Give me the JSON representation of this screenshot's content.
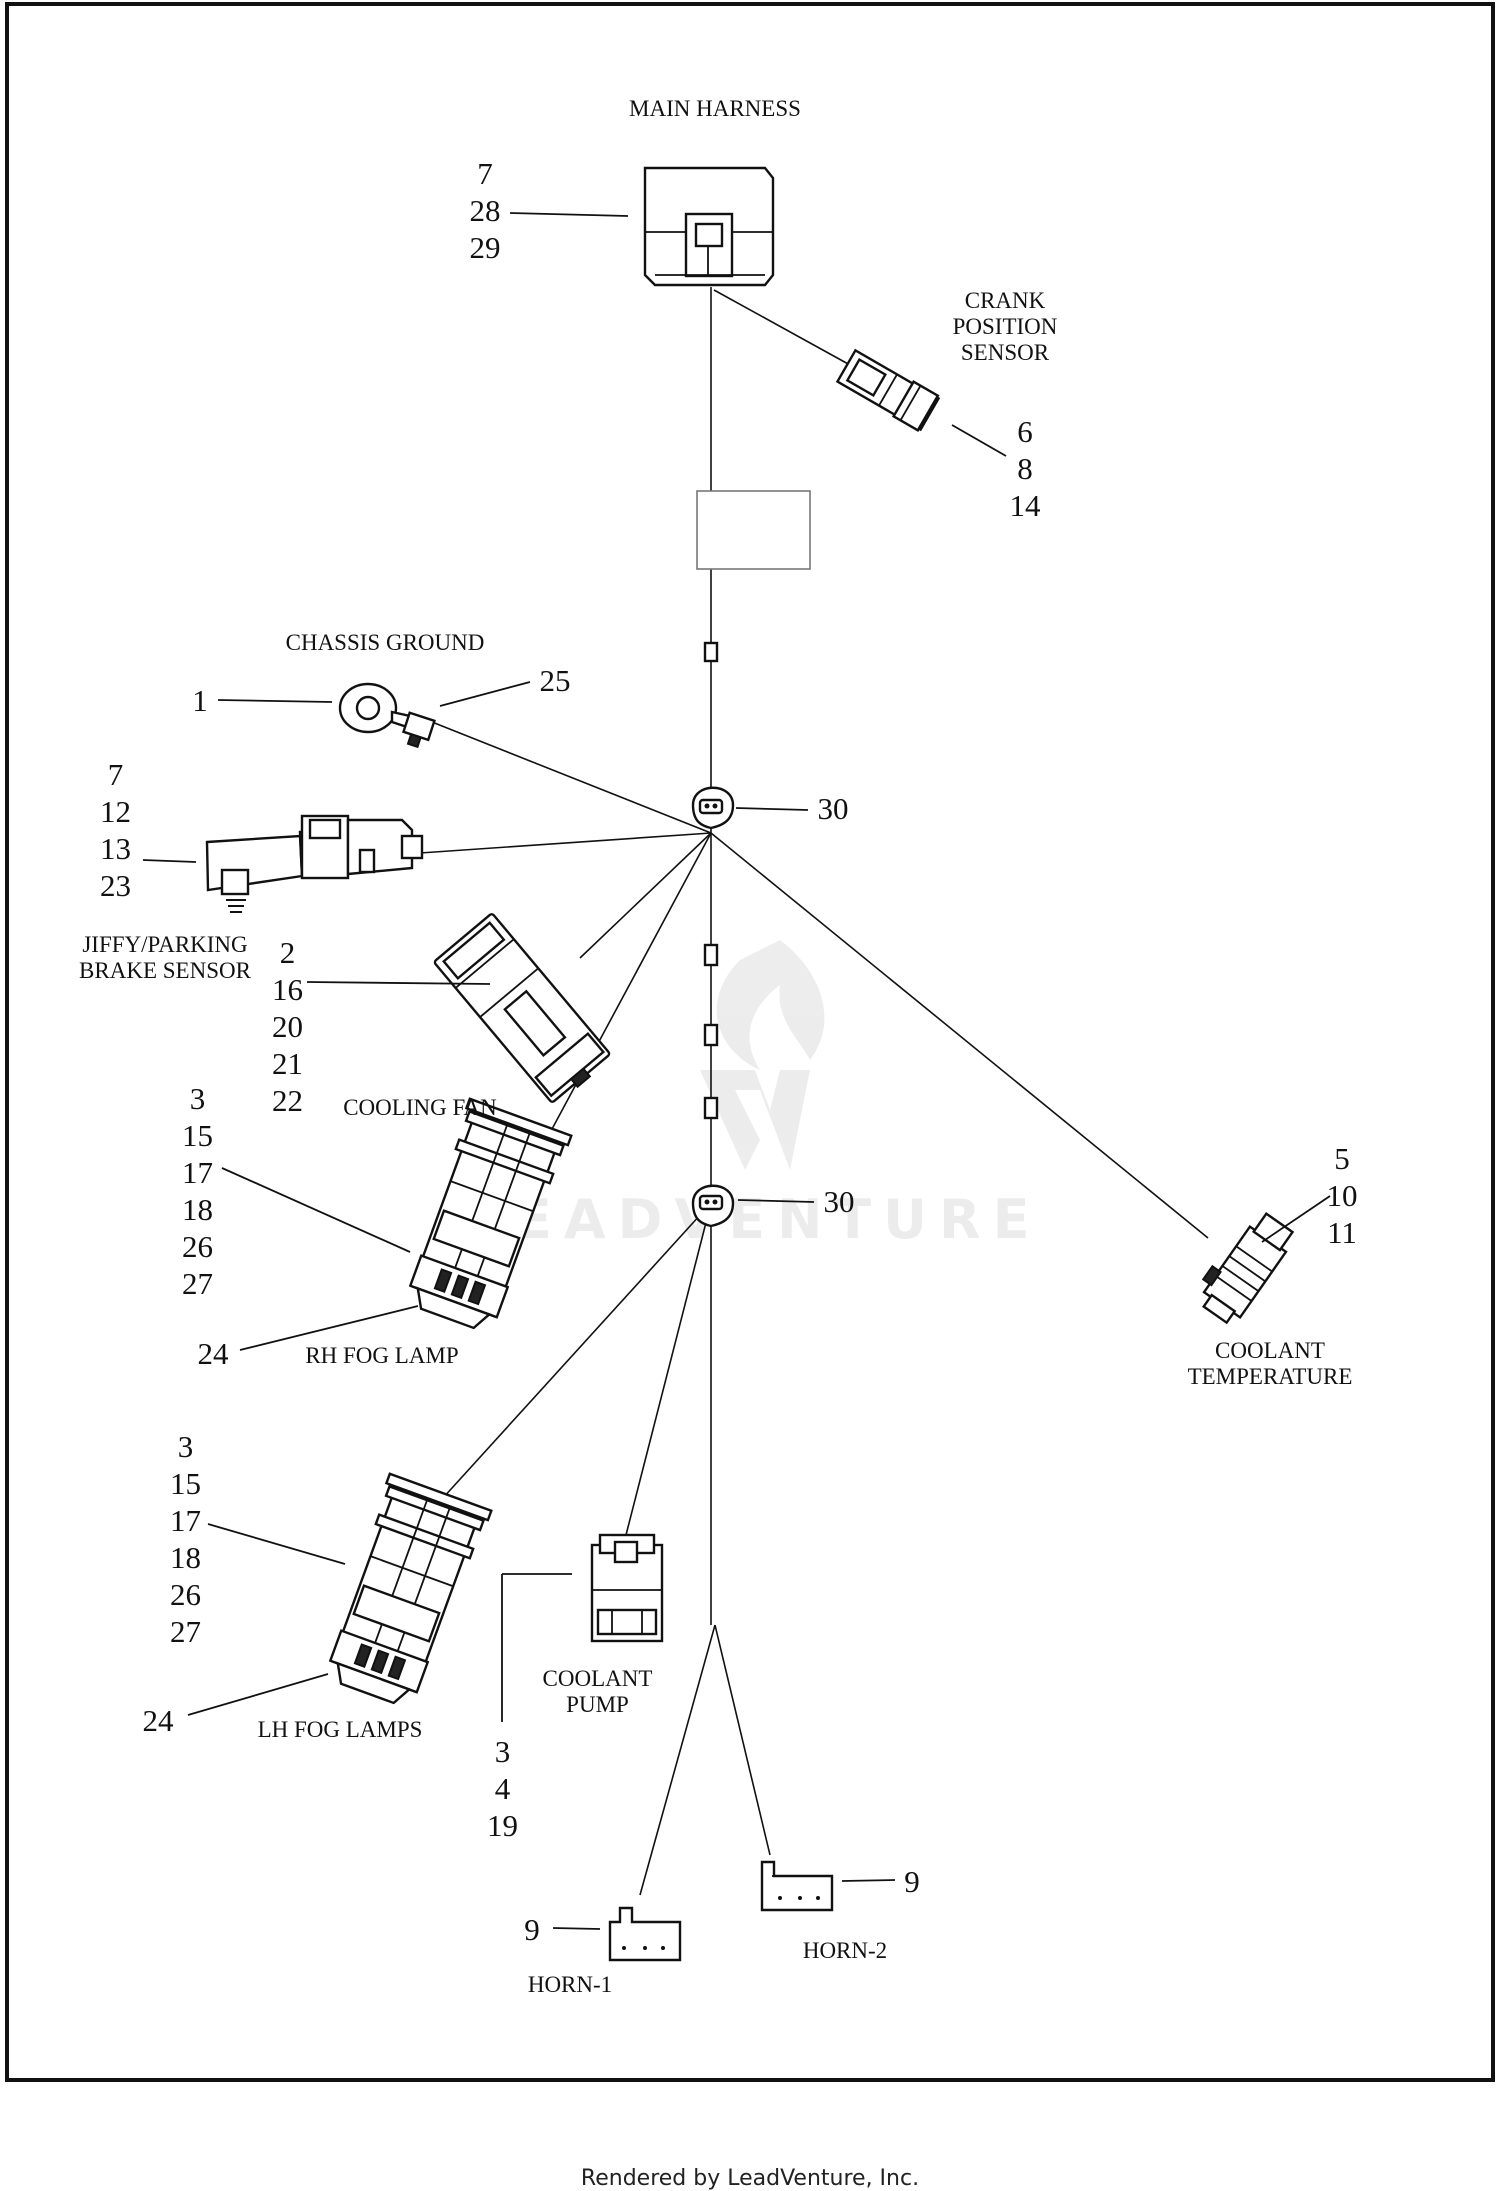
{
  "labels": {
    "main_harness": "MAIN HARNESS",
    "crank_position_sensor": [
      "CRANK",
      "POSITION",
      "SENSOR"
    ],
    "chassis_ground": "CHASSIS GROUND",
    "jiffy_parking_brake_sensor": [
      "JIFFY/PARKING",
      "BRAKE SENSOR"
    ],
    "cooling_fan": "COOLING FAN",
    "rh_fog_lamp": "RH FOG LAMP",
    "coolant_temperature": [
      "COOLANT",
      "TEMPERATURE"
    ],
    "lh_fog_lamps": "LH FOG LAMPS",
    "coolant_pump": [
      "COOLANT",
      "PUMP"
    ],
    "horn_1": "HORN-1",
    "horn_2": "HORN-2"
  },
  "callouts": {
    "main_harness": [
      "7",
      "28",
      "29"
    ],
    "crank_position_sensor": [
      "6",
      "8",
      "14"
    ],
    "chassis_ground_ring": "1",
    "chassis_ground_connector": "25",
    "clip_upper": "30",
    "jiffy_parking_brake_sensor": [
      "7",
      "12",
      "13",
      "23"
    ],
    "cooling_fan": [
      "2",
      "16",
      "20",
      "21",
      "22"
    ],
    "rh_fog_lamp": [
      "3",
      "15",
      "17",
      "18",
      "26",
      "27"
    ],
    "rh_fog_lamp_bulb": "24",
    "clip_lower": "30",
    "coolant_temperature": [
      "5",
      "10",
      "11"
    ],
    "lh_fog_lamps": [
      "3",
      "15",
      "17",
      "18",
      "26",
      "27"
    ],
    "lh_fog_lamps_bulb": "24",
    "coolant_pump": [
      "3",
      "4",
      "19"
    ],
    "horn_1": "9",
    "horn_2": "9"
  },
  "watermark": "LEADVENTURE",
  "footer": "Rendered by LeadVenture, Inc."
}
